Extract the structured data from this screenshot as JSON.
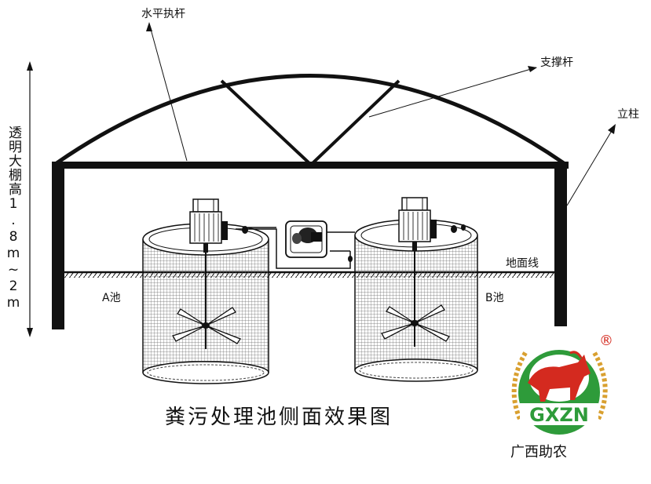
{
  "labels": {
    "horizontal_bar": "水平执杆",
    "support_bar": "支撑杆",
    "column": "立柱",
    "ground_line": "地面线",
    "tank_a": "A池",
    "tank_b": "B池",
    "greenhouse_height": "透明大棚高1.8m~2m"
  },
  "title": "粪污处理池侧面效果图",
  "brand": {
    "logo_text": "GXZN",
    "registered_mark": "®",
    "name": "广西助农"
  },
  "colors": {
    "line": "#111111",
    "logo_green": "#2e9b3a",
    "logo_red": "#d42a1f",
    "logo_wheat": "#d9a030"
  }
}
